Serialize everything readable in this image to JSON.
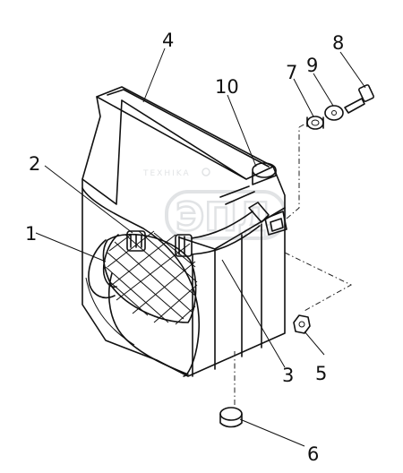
{
  "watermark": {
    "brand_text": "TEXHIKA",
    "logo_text": "ЭПД"
  },
  "callouts": [
    {
      "id": "1",
      "label": "1"
    },
    {
      "id": "2",
      "label": "2"
    },
    {
      "id": "3",
      "label": "3"
    },
    {
      "id": "4",
      "label": "4"
    },
    {
      "id": "5",
      "label": "5"
    },
    {
      "id": "6",
      "label": "6"
    },
    {
      "id": "7",
      "label": "7"
    },
    {
      "id": "8",
      "label": "8"
    },
    {
      "id": "9",
      "label": "9"
    },
    {
      "id": "10",
      "label": "10"
    }
  ]
}
